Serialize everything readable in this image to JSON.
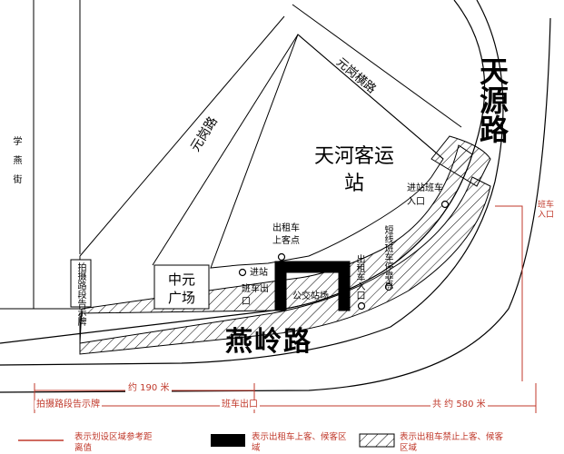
{
  "roads": {
    "xue_yan_street": "学 燕 街",
    "yuan_gang_road": "元岗路",
    "yuan_gang_heng_road": "元岗横路",
    "tian_yuan_road": "天源路",
    "yan_ling_road": "燕岭路"
  },
  "places": {
    "station": "天河客运站",
    "plaza": "中元广场",
    "bus_stop": "公交站场",
    "sign": "拍摄路段告示牌"
  },
  "markers": {
    "bus_entrance_top": "进站班车入口",
    "taxi_pickup": "出租车上客点",
    "bus_entrance_left": "进站",
    "bus_exit_left": "班车出口",
    "taxi_entrance": "出租车入口",
    "short_bus_stop": "短线班车停靠点"
  },
  "annotations": {
    "bus_entrance_right": "班车入口",
    "distance_190": "约 190 米",
    "sign_label": "拍摄路段告示牌",
    "bus_exit_bottom": "班车出口",
    "distance_580": "共 约 580 米"
  },
  "legend": {
    "red_line": "表示划设区域参考距离值",
    "black_box": "表示出租车上客、候客区域",
    "hatched": "表示出租车禁止上客、候客区域"
  },
  "colors": {
    "road_line": "#000000",
    "annotation": "#c0392b",
    "black_zone": "#000000"
  }
}
